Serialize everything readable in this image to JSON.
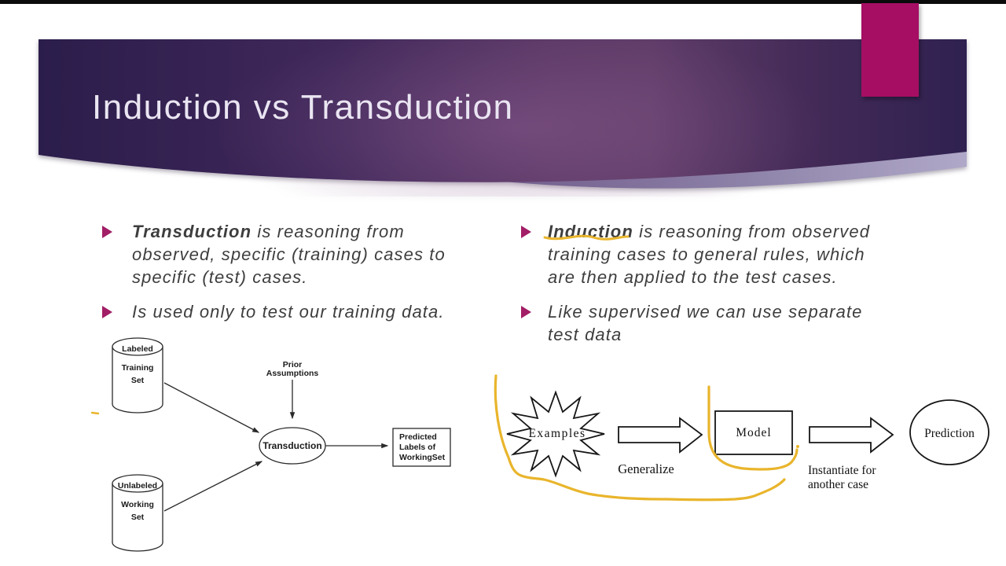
{
  "slide": {
    "title": "Induction vs Transduction",
    "colors": {
      "accent_bar": "#A50E63",
      "banner_left": "#2B1D4B",
      "banner_glow": "#5F3C68",
      "banner_right": "#2F2150",
      "swoosh_light": "#B0A8C8",
      "bullet_marker": "#A21E66",
      "body_text": "#3E3E3E",
      "title_text": "#EAE5F2",
      "pen_annotation": "#E9B52C"
    }
  },
  "bullets": {
    "left": [
      {
        "term": "Transduction",
        "line1": " is reasoning from",
        "line2": "observed, specific (training) cases to",
        "line3": "specific (test) cases."
      },
      {
        "line1": "Is used only to test our training data."
      }
    ],
    "right": [
      {
        "term": "Induction",
        "line1": " is reasoning from observed",
        "line2": "training cases to general rules, which",
        "line3": "are then applied to the test cases."
      },
      {
        "line1": "Like supervised we can use separate",
        "line2": "test data"
      }
    ]
  },
  "transduction_diagram": {
    "labeled_cylinder": [
      "Labeled",
      "Training",
      "Set"
    ],
    "unlabeled_cylinder": [
      "Unlabeled",
      "Working",
      "Set"
    ],
    "prior": [
      "Prior",
      "Assumptions"
    ],
    "process": "Transduction",
    "output_box": [
      "Predicted",
      "Labels of",
      "WorkingSet"
    ]
  },
  "induction_diagram": {
    "input": "Examples",
    "edge1": "Generalize",
    "model": "Model",
    "edge2": [
      "Instantiate for",
      "another case"
    ],
    "output": "Prediction"
  }
}
